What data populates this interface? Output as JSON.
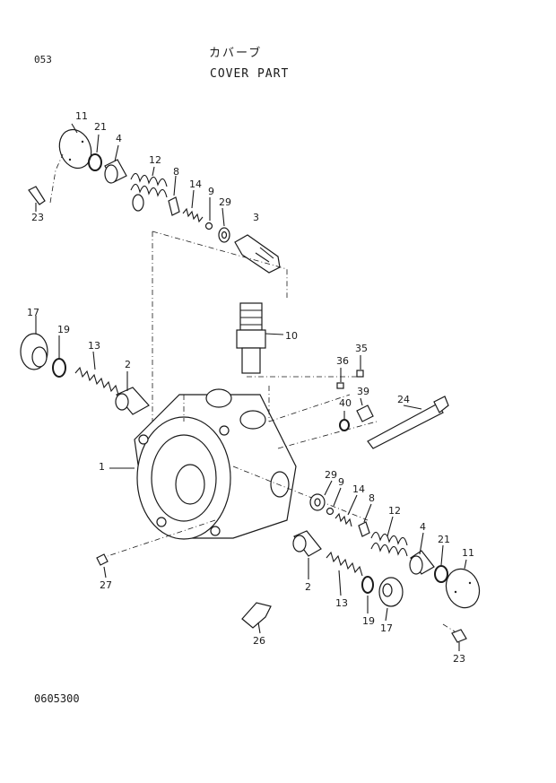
{
  "header": {
    "page_number": "053",
    "title_jp": "カバーブ",
    "title_en": "COVER PART"
  },
  "footer": {
    "drawing_number": "0605300"
  },
  "callouts": {
    "c11a": "11",
    "c21a": "21",
    "c4a": "4",
    "c12a": "12",
    "c8a": "8",
    "c14a": "14",
    "c9a": "9",
    "c29a": "29",
    "c3": "3",
    "c23a": "23",
    "c10": "10",
    "c17a": "17",
    "c19a": "19",
    "c13a": "13",
    "c2a": "2",
    "c1": "1",
    "c36": "36",
    "c35": "35",
    "c39": "39",
    "c40": "40",
    "c24": "24",
    "c29b": "29",
    "c9b": "9",
    "c14b": "14",
    "c8b": "8",
    "c12b": "12",
    "c4b": "4",
    "c21b": "21",
    "c11b": "11",
    "c27": "27",
    "c2b": "2",
    "c13b": "13",
    "c19b": "19",
    "c17b": "17",
    "c26": "26",
    "c23b": "23"
  }
}
